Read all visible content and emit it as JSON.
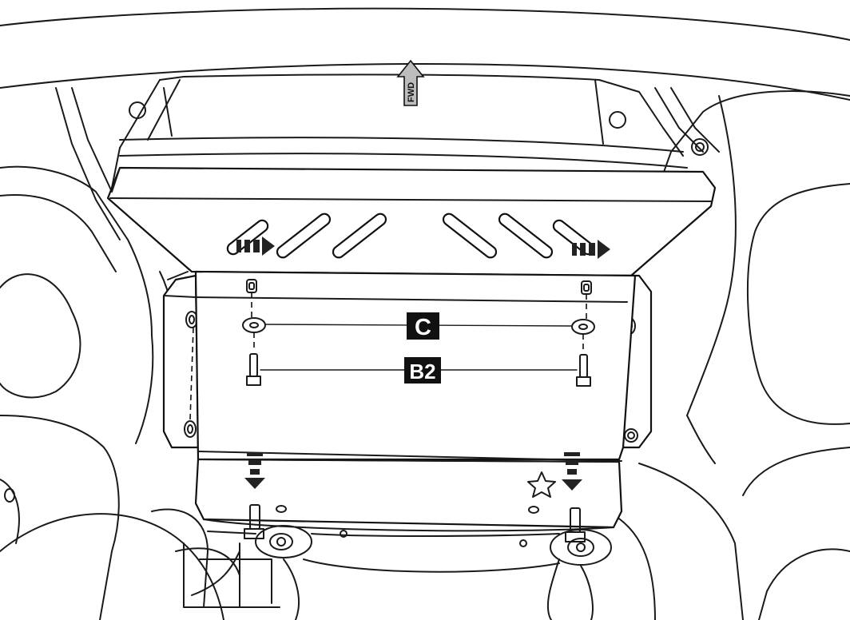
{
  "diagram": {
    "forward_label": "FWD",
    "callouts": [
      {
        "id": "C",
        "label": "C"
      },
      {
        "id": "B2",
        "label": "B2"
      }
    ],
    "colors": {
      "line": "#111111",
      "callout_background": "#111111",
      "callout_text": "#ffffff",
      "background": "#ffffff"
    },
    "icons": [
      "forward-arrow-icon",
      "direction-arrow-icon",
      "star-icon",
      "bolt-icon",
      "washer-icon",
      "nut-icon"
    ]
  }
}
